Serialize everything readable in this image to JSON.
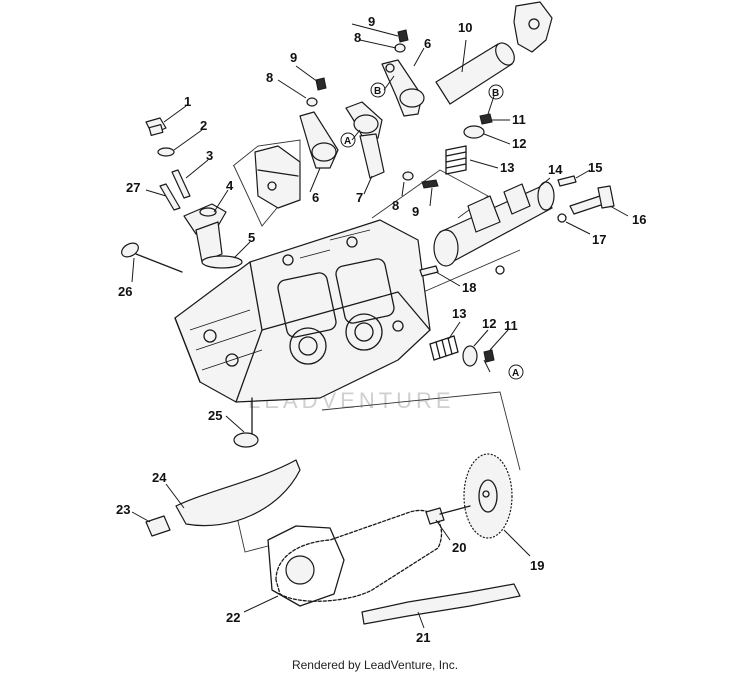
{
  "callouts": [
    "1",
    "2",
    "3",
    "4",
    "5",
    "6",
    "6",
    "7",
    "8",
    "8",
    "9",
    "9",
    "10",
    "11",
    "11",
    "12",
    "12",
    "13",
    "13",
    "14",
    "15",
    "16",
    "17",
    "18",
    "19",
    "20",
    "21",
    "22",
    "23",
    "24",
    "25",
    "26",
    "27"
  ],
  "reference_letters": [
    "A",
    "A",
    "B",
    "B"
  ],
  "watermark": "LEADVENTURE",
  "footer": "Rendered by LeadVenture, Inc."
}
